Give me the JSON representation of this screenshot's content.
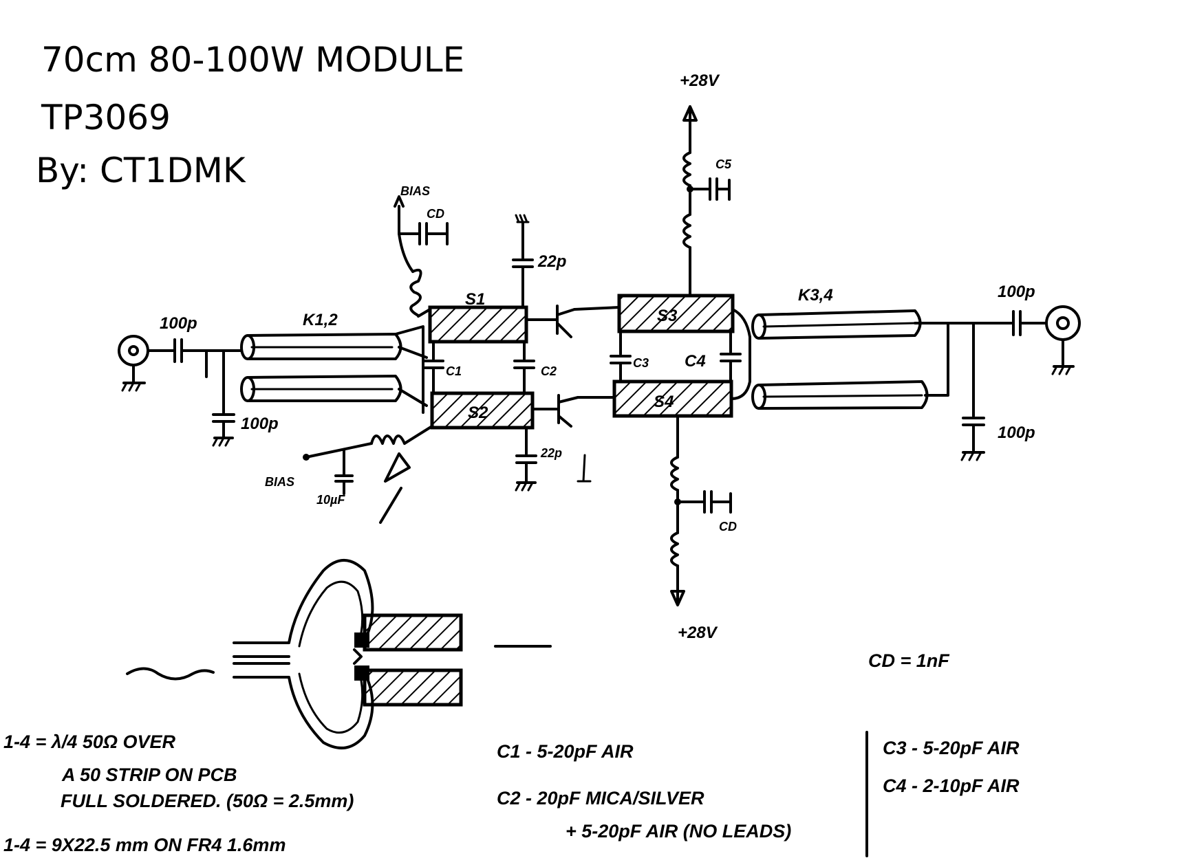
{
  "title": {
    "line1": "70cm 80-100W MODULE",
    "line2": "TP3069",
    "line3": "By: CT1DMK"
  },
  "supply": {
    "top": "+28V",
    "bottom": "+28V"
  },
  "components": {
    "bias_top": "BIAS",
    "cap_bias_top": "CD",
    "cap_c5": "C5",
    "cap_cd_bottom": "CD",
    "cap_22p_top": "22p",
    "cap_22p_bottom": "22p",
    "input_cap": "100p",
    "input_shunt_cap": "100p",
    "output_cap": "100p",
    "output_shunt_cap": "100p",
    "k12": "K1,2",
    "k34": "K3,4",
    "s1": "S1",
    "s2": "S2",
    "s3": "S3",
    "s4": "S4",
    "c1": "C1",
    "c2": "C2",
    "c3": "C3",
    "c4": "C4",
    "bias_bottom": "BIAS",
    "bias_bottom_cap": "10µF"
  },
  "notes": {
    "cd": "CD = 1nF",
    "k_line1": "1-4 = λ/4 50Ω OVER",
    "k_line2": "A 50 STRIP ON PCB",
    "k_line3": "FULL SOLDERED. (50Ω = 2.5mm)",
    "s_line": "1-4 = 9X22.5 mm ON FR4 1.6mm",
    "c1": "C1 - 5-20pF AIR",
    "c2_line1": "C2 - 20pF MICA/SILVER",
    "c2_line2": "+ 5-20pF AIR (NO LEADS)",
    "c3": "C3 - 5-20pF AIR",
    "c4": "C4 - 2-10pF AIR"
  }
}
